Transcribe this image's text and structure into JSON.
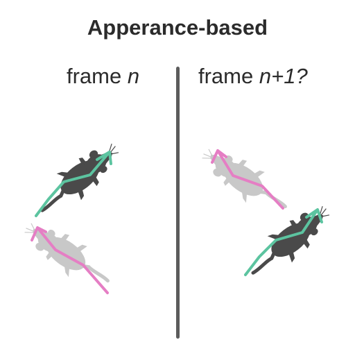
{
  "title": "Apperance-based",
  "left_label": {
    "text": "frame ",
    "var": "n"
  },
  "right_label": {
    "text": "frame ",
    "var": "n+1?"
  },
  "colors": {
    "dark_mouse": "#4a4a4a",
    "light_mouse": "#c8c8c8",
    "green_skeleton": "#5cc4a0",
    "pink_skeleton": "#e57ec4",
    "divider": "#5c5c5c"
  },
  "mice": [
    {
      "frame": "n",
      "shade": "dark",
      "skeleton": "green"
    },
    {
      "frame": "n",
      "shade": "light",
      "skeleton": "pink"
    },
    {
      "frame": "n+1",
      "shade": "light",
      "skeleton": "pink"
    },
    {
      "frame": "n+1",
      "shade": "dark",
      "skeleton": "green"
    }
  ]
}
